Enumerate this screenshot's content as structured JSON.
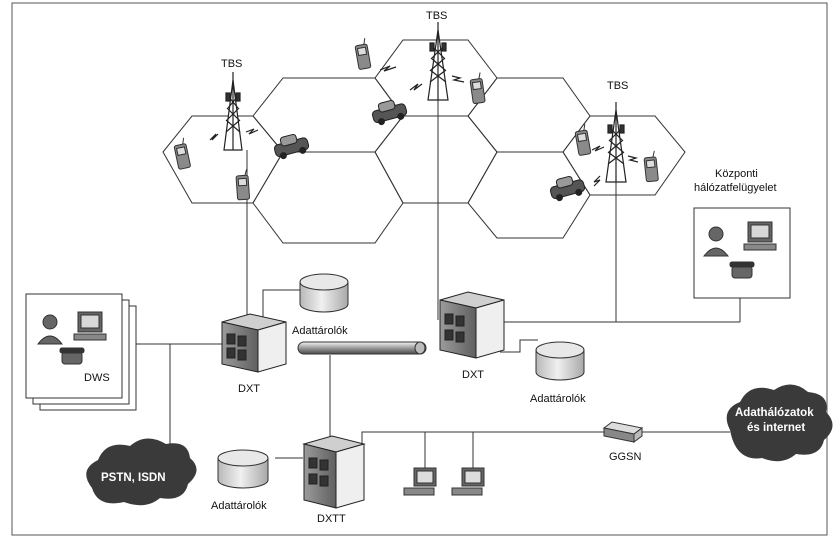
{
  "labels": {
    "tbs": "TBS",
    "dxt": "DXT",
    "dxtt": "DXTT",
    "ggsn": "GGSN",
    "dws": "DWS",
    "storage": "Adattárolók",
    "central_line1": "Központi",
    "central_line2": "hálózatfelügyelet"
  },
  "clouds": {
    "pstn": "PSTN, ISDN",
    "data_line1": "Adathálózatok",
    "data_line2": "és internet"
  },
  "colors": {
    "line": "#333333",
    "cloud": "#3a3a3a",
    "device": "#6e6e6e",
    "device_dark": "#404040",
    "disk": "#d4d4d4"
  }
}
